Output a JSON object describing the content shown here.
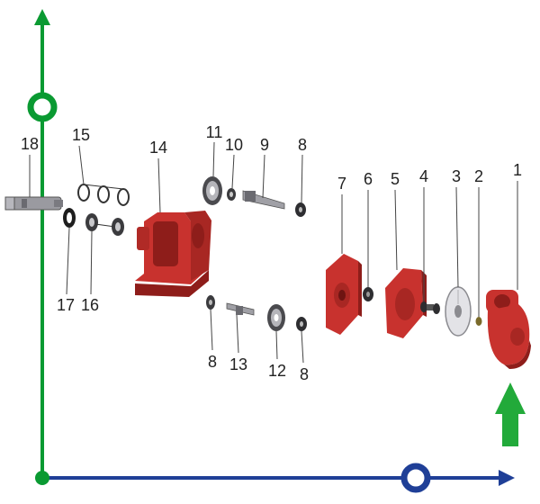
{
  "diagram": {
    "part_numbers": [
      "18",
      "15",
      "14",
      "11",
      "10",
      "9",
      "8",
      "7",
      "6",
      "5",
      "4",
      "3",
      "2",
      "1",
      "17",
      "16",
      "8",
      "13",
      "12",
      "8"
    ],
    "colors": {
      "axis_vertical": "#0a9a32",
      "axis_horizontal": "#1f3f97",
      "arrow_up": "#22aa3a",
      "part_red": "#c8322e",
      "part_red_dark": "#8e1d1a",
      "metal": "#9a9aa0",
      "metal_dark": "#3b3b3e"
    },
    "icons": [
      "axis-origin-dot",
      "axis-ring-marker",
      "up-arrow-icon"
    ]
  }
}
